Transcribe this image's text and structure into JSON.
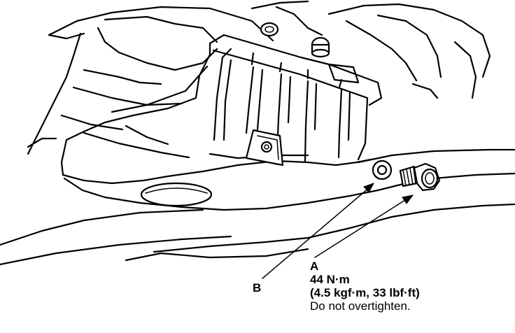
{
  "callouts": {
    "a": {
      "letter": "A",
      "torque_nm": "44 N·m",
      "torque_alt": "(4.5 kgf·m, 33 lbf·ft)",
      "note": "Do not overtighten."
    },
    "b": {
      "letter": "B"
    }
  },
  "parts": {
    "a": "drain-bolt",
    "b": "sealing-washer"
  }
}
